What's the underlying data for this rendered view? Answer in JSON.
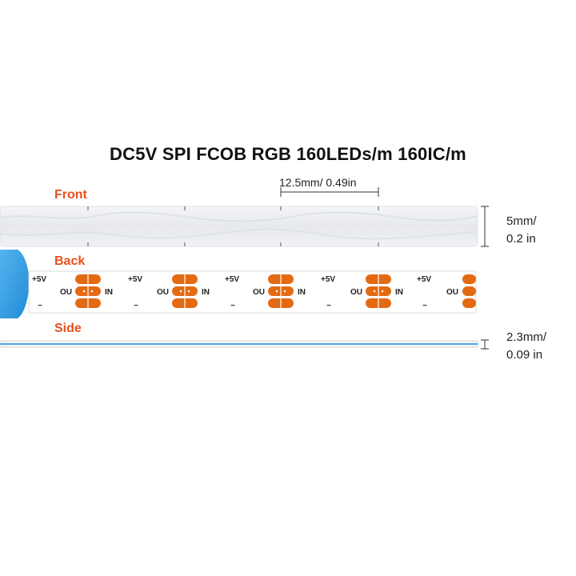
{
  "title": "DC5V SPI FCOB RGB 160LEDs/m 160IC/m",
  "views": {
    "front_label": "Front",
    "back_label": "Back",
    "side_label": "Side"
  },
  "dimensions": {
    "pitch": "12.5mm/ 0.49in",
    "width_mm": "5mm/",
    "width_in": "0.2 in",
    "thickness_mm": "2.3mm/",
    "thickness_in": "0.09 in"
  },
  "pcb_text": {
    "positive": "+5V",
    "negative": "–",
    "data_out": "OU",
    "data_in": "IN"
  },
  "colors": {
    "accent": "#e8501e",
    "pad": "#e36a12",
    "tape": "#2d9be0",
    "strip_front": "#eceef1",
    "side_line": "#4aa7e6"
  }
}
